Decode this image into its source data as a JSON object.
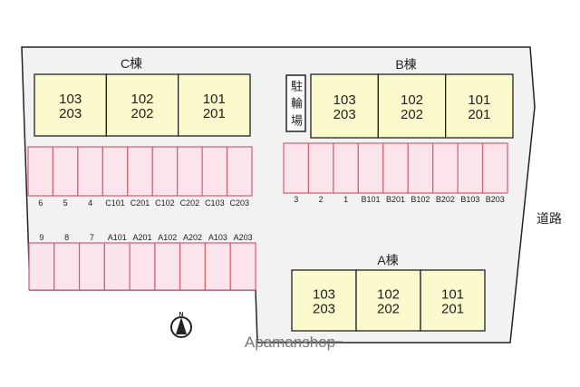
{
  "colors": {
    "lot": "#f2f2f2",
    "building": "#fafacc",
    "parking": "#fce4ec",
    "parking_stroke": "#d0606f",
    "outline": "#222222"
  },
  "buildings": [
    {
      "name": "C棟",
      "units": [
        [
          "103",
          "203"
        ],
        [
          "102",
          "202"
        ],
        [
          "101",
          "201"
        ]
      ]
    },
    {
      "name": "B棟",
      "units": [
        [
          "103",
          "203"
        ],
        [
          "102",
          "202"
        ],
        [
          "101",
          "201"
        ]
      ]
    },
    {
      "name": "A棟",
      "units": [
        [
          "103",
          "203"
        ],
        [
          "102",
          "202"
        ],
        [
          "101",
          "201"
        ]
      ]
    }
  ],
  "bicycle_parking": "駐輪場",
  "road": "道路",
  "north": "N",
  "watermark": "Apamanshop",
  "parking_rows": [
    {
      "labels": [
        "6",
        "5",
        "4",
        "C101",
        "C201",
        "C102",
        "C202",
        "C103",
        "C203"
      ]
    },
    {
      "labels": [
        "9",
        "8",
        "7",
        "A101",
        "A201",
        "A102",
        "A202",
        "A103",
        "A203"
      ]
    },
    {
      "labels": [
        "3",
        "2",
        "1",
        "B101",
        "B201",
        "B102",
        "B202",
        "B103",
        "B203"
      ]
    }
  ]
}
